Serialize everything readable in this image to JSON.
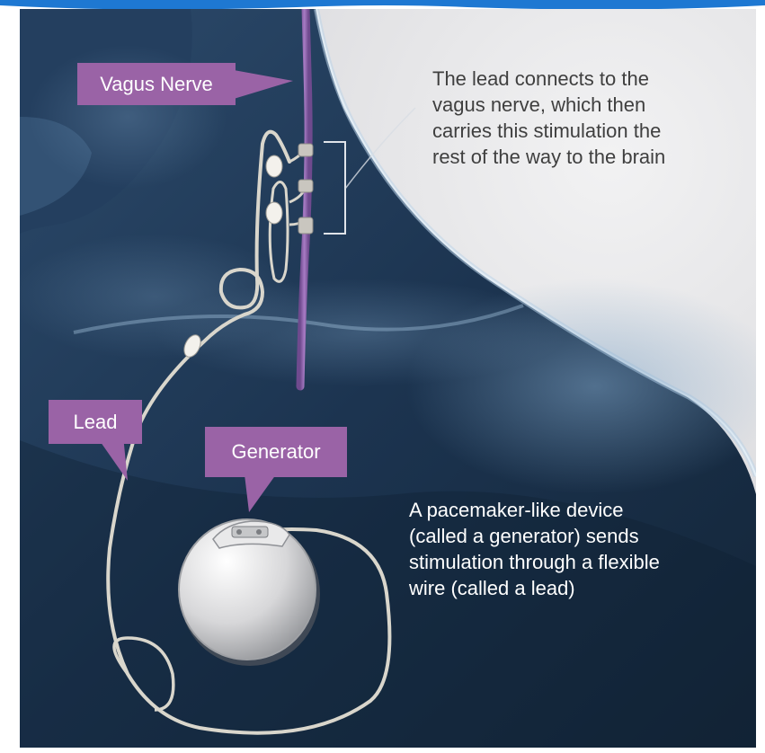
{
  "labels": {
    "vagus_nerve": "Vagus Nerve",
    "lead": "Lead",
    "generator": "Generator"
  },
  "captions": {
    "nerve_lines": [
      "The lead connects to the",
      "vagus nerve, which then",
      "carries this stimulation the",
      "rest of the way to the brain"
    ],
    "generator_lines": [
      "A pacemaker-like device",
      "(called a generator) sends",
      "stimulation through a flexible",
      "wire (called a lead)"
    ]
  },
  "colors": {
    "label_purple": "#9a63a6",
    "nerve": "#8a5aa6",
    "body_blue": "#1f3a5a",
    "background_light": "#e6e6e8",
    "frame_accent": "#1e78d2"
  }
}
